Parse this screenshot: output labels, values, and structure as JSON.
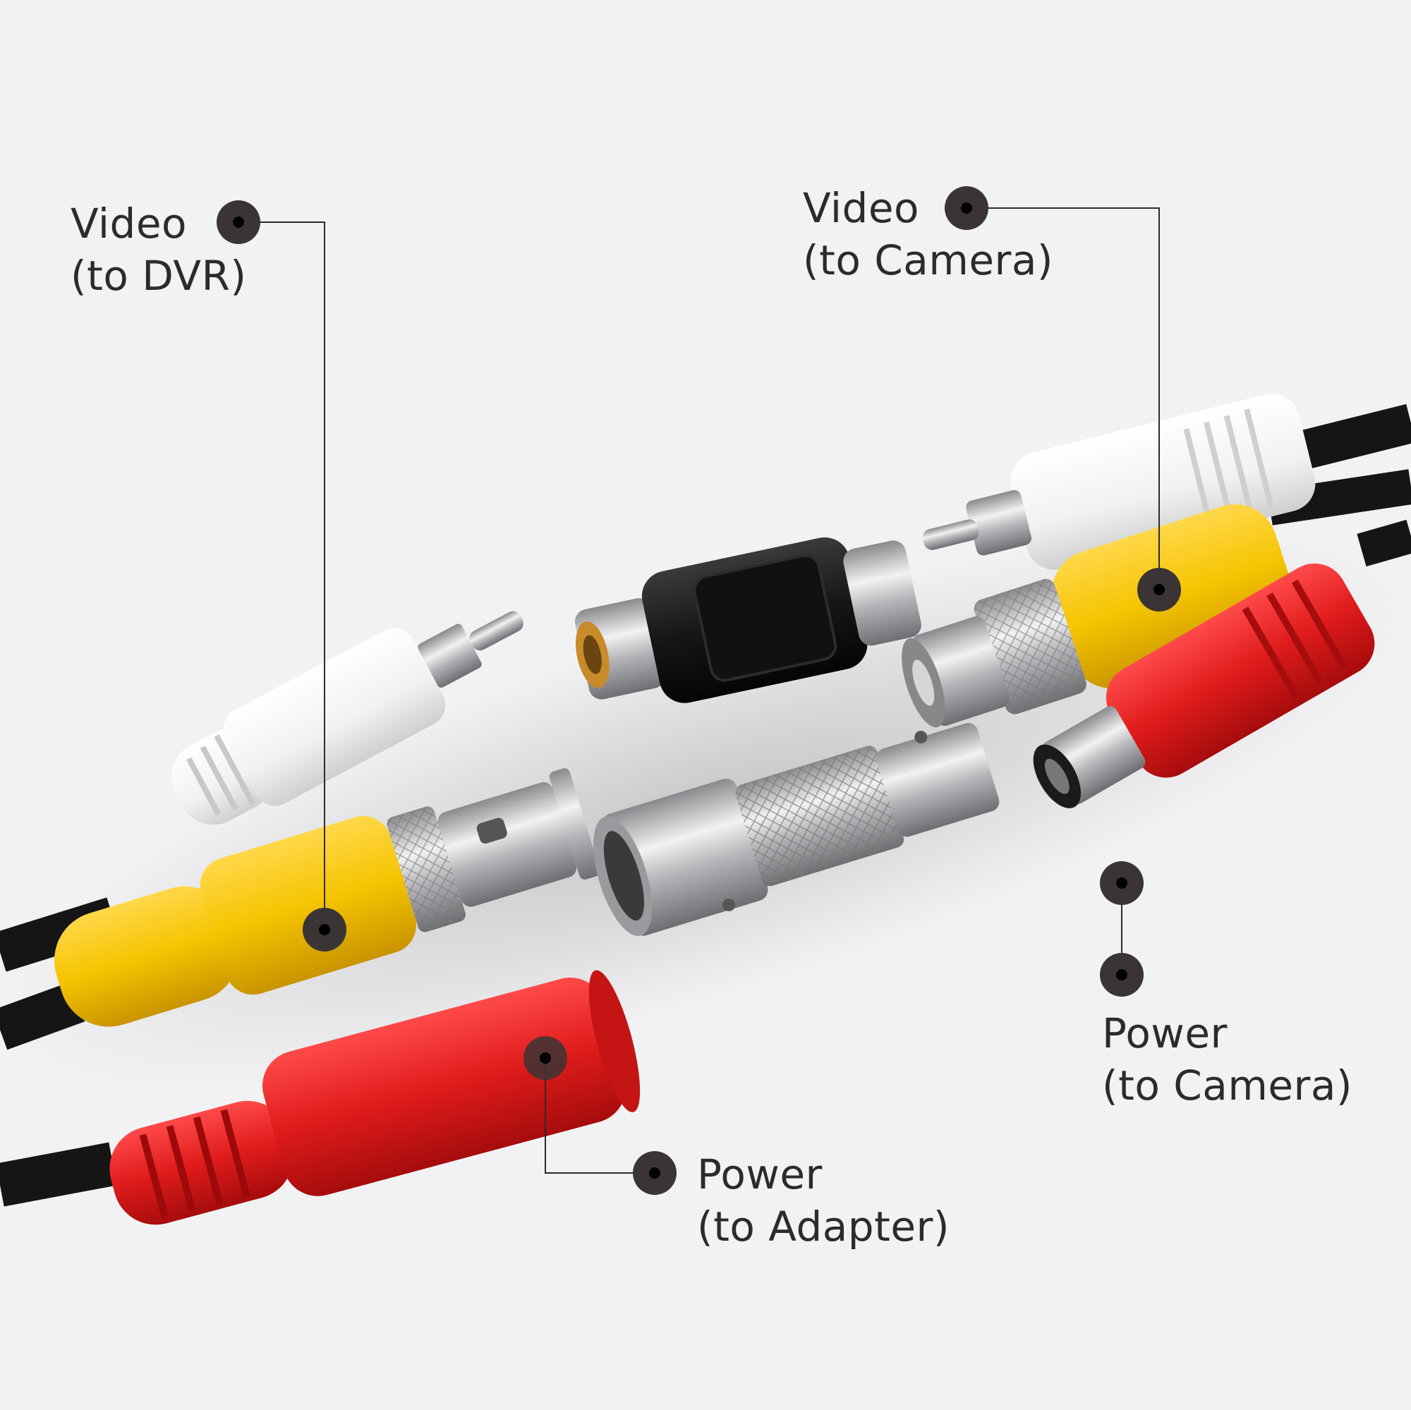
{
  "callouts": {
    "video_dvr": {
      "title": "Video",
      "subtitle": "(to DVR)"
    },
    "video_camera": {
      "title": "Video",
      "subtitle": "(to Camera)"
    },
    "power_camera": {
      "title": "Power",
      "subtitle": "(to Camera)"
    },
    "power_adapter": {
      "title": "Power",
      "subtitle": "(to Adapter)"
    }
  },
  "colors": {
    "background": "#f2f2f4",
    "cable": "#151515",
    "rca_white": "#f4f4f4",
    "rca_yellow": "#f5c400",
    "dc_red": "#e01b1b",
    "coupler_black": "#161616",
    "metal": "#c9c9cc",
    "marker": "#3a3534",
    "leader_line": "#2b2b2b"
  }
}
